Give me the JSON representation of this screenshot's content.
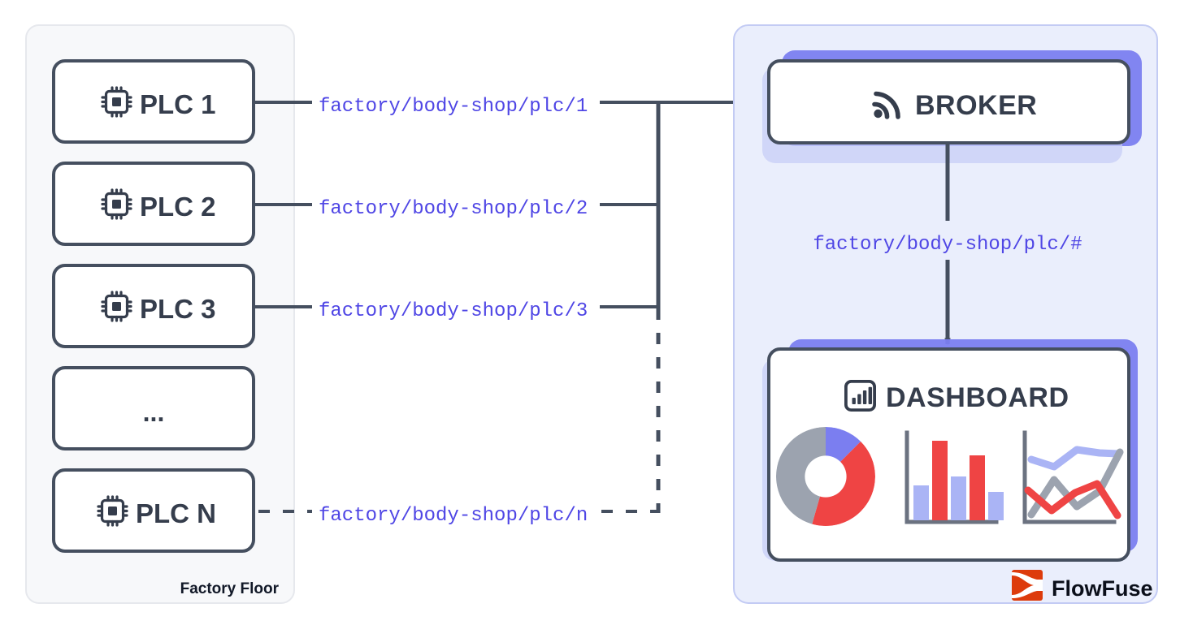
{
  "diagram": {
    "title": "MQTT PLC to Broker to Dashboard architecture",
    "colors": {
      "stroke": "#454f5f",
      "topic_text": "#4f46e5",
      "left_panel_bg": "#f7f8fa",
      "left_panel_border": "#e6e8ed",
      "right_panel_bg": "#eaeefc",
      "right_panel_border": "#c3cbf4",
      "card_bg": "#ffffff",
      "shadow_purple": "#7b7ef0",
      "chart_blue": "#aab4f5",
      "chart_red": "#ef4444",
      "chart_gray": "#9ca3af",
      "chart_indigo": "#7b7ef0",
      "logo_orange": "#dd3b0c",
      "logo_text": "#0b0f1a"
    }
  },
  "left_panel": {
    "label": "Factory Floor",
    "nodes": [
      {
        "label": "PLC 1",
        "icon": "chip-icon",
        "has_icon": true
      },
      {
        "label": "PLC 2",
        "icon": "chip-icon",
        "has_icon": true
      },
      {
        "label": "PLC 3",
        "icon": "chip-icon",
        "has_icon": true
      },
      {
        "label": "...",
        "icon": "",
        "has_icon": false
      },
      {
        "label": "PLC N",
        "icon": "chip-icon",
        "has_icon": true
      }
    ]
  },
  "topics": {
    "publish": [
      {
        "text": "factory/body-shop/plc/1",
        "style": "solid"
      },
      {
        "text": "factory/body-shop/plc/2",
        "style": "solid"
      },
      {
        "text": "factory/body-shop/plc/3",
        "style": "solid"
      },
      {
        "text": "factory/body-shop/plc/n",
        "style": "dashed"
      }
    ],
    "subscribe": {
      "text": "factory/body-shop/plc/#",
      "style": "solid"
    }
  },
  "right_panel": {
    "broker": {
      "label": "BROKER",
      "icon": "signal-icon"
    },
    "dashboard": {
      "label": "DASHBOARD",
      "icon": "bar-chart-icon"
    },
    "brand": {
      "name": "FlowFuse",
      "icon": "flowfuse-logo-icon"
    }
  },
  "chart_data": [
    {
      "type": "pie",
      "title": "",
      "labels": [
        "blue",
        "red",
        "gray"
      ],
      "values": [
        12,
        42,
        46
      ],
      "colors": [
        "#7b7ef0",
        "#ef4444",
        "#9ca3af"
      ],
      "donut_hole": 0.42,
      "legend": "none"
    },
    {
      "type": "bar",
      "title": "",
      "categories": [
        "1",
        "2",
        "3",
        "4",
        "5"
      ],
      "values": [
        40,
        90,
        50,
        73,
        32
      ],
      "colors": [
        "#aab4f5",
        "#ef4444",
        "#aab4f5",
        "#ef4444",
        "#aab4f5"
      ],
      "xlabel": "",
      "ylabel": "",
      "ylim": [
        0,
        100
      ],
      "grid": false
    },
    {
      "type": "line",
      "title": "",
      "x": [
        0,
        1,
        2,
        3,
        4
      ],
      "series": [
        {
          "name": "blue",
          "values": [
            78,
            70,
            88,
            84,
            83
          ],
          "color": "#aab4f5"
        },
        {
          "name": "gray",
          "values": [
            12,
            52,
            22,
            40,
            82
          ],
          "color": "#9ca3af"
        },
        {
          "name": "red",
          "values": [
            40,
            16,
            38,
            48,
            10
          ],
          "color": "#ef4444"
        }
      ],
      "xlabel": "",
      "ylabel": "",
      "ylim": [
        0,
        100
      ],
      "grid": false,
      "legend": "none"
    }
  ]
}
